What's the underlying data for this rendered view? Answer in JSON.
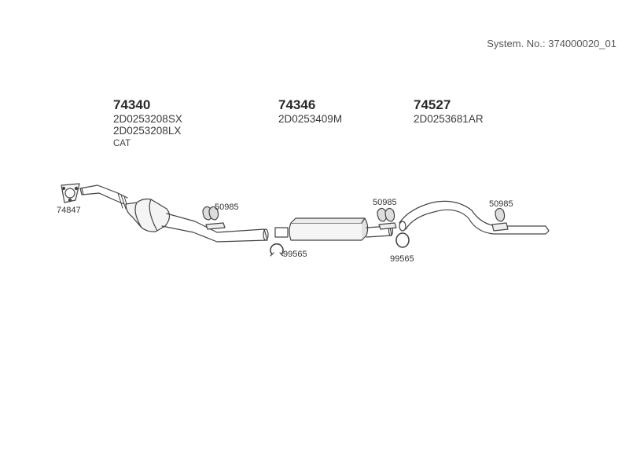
{
  "system_number": "System. No.: 374000020_01",
  "groups": [
    {
      "part_number": "74340",
      "refs": [
        "2D0253208SX",
        "2D0253208LX"
      ],
      "note": "CAT"
    },
    {
      "part_number": "74346",
      "refs": [
        "2D0253409M"
      ]
    },
    {
      "part_number": "74527",
      "refs": [
        "2D0253681AR"
      ]
    }
  ],
  "callouts": {
    "gasket": "74847",
    "clamp_a": "50985",
    "clamp_b": "50985",
    "clamp_c": "50985",
    "ring_a": "99565",
    "ring_b": "99565"
  }
}
